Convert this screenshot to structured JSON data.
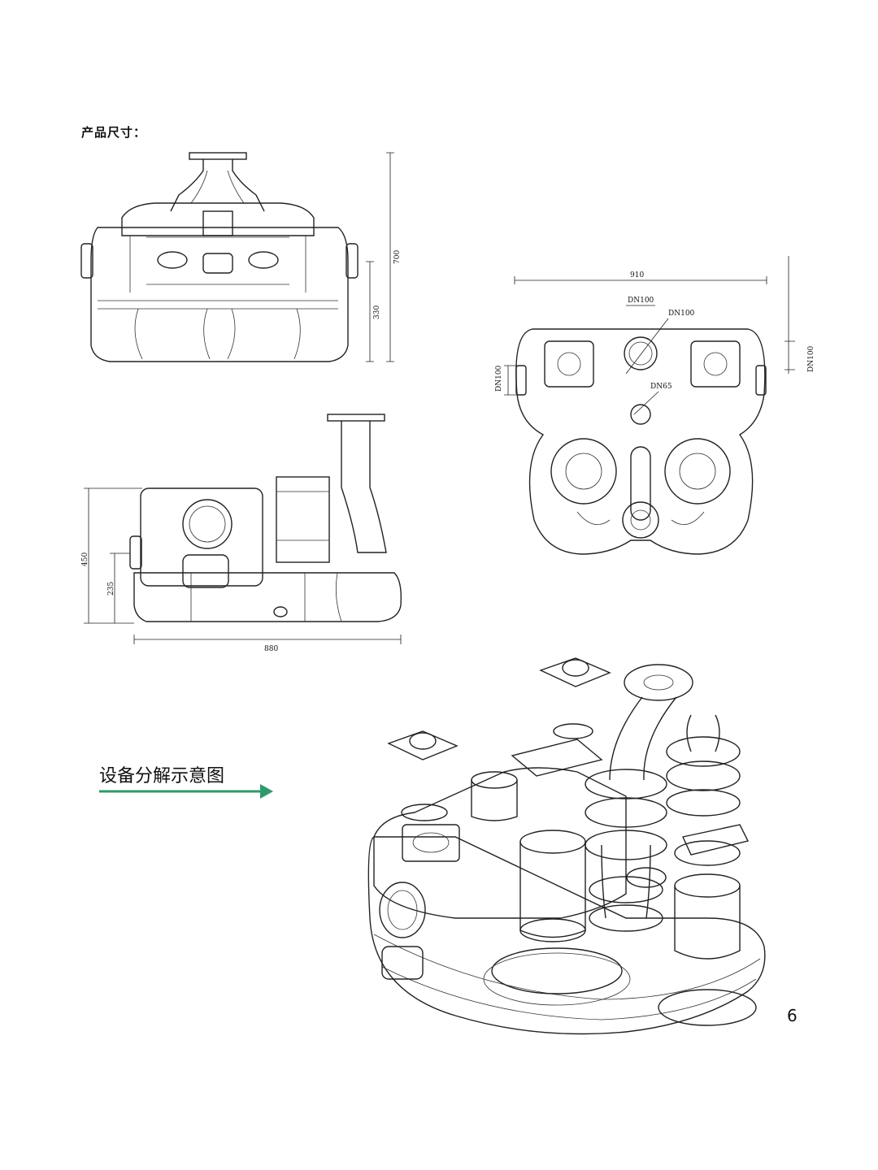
{
  "section_title": "产品尺寸：",
  "front_view": {
    "height_total": "700",
    "height_inlet": "330"
  },
  "side_view": {
    "height": "450",
    "inlet_height": "235",
    "length": "880"
  },
  "top_view": {
    "width": "910",
    "inlet_top": "DN100",
    "outlet": "DN100",
    "vent": "DN65",
    "inlet_left": "DN100",
    "inlet_right": "DN100"
  },
  "exploded_label": "设备分解示意图",
  "arrow_color": "#2e9a6a",
  "page_number": "6"
}
